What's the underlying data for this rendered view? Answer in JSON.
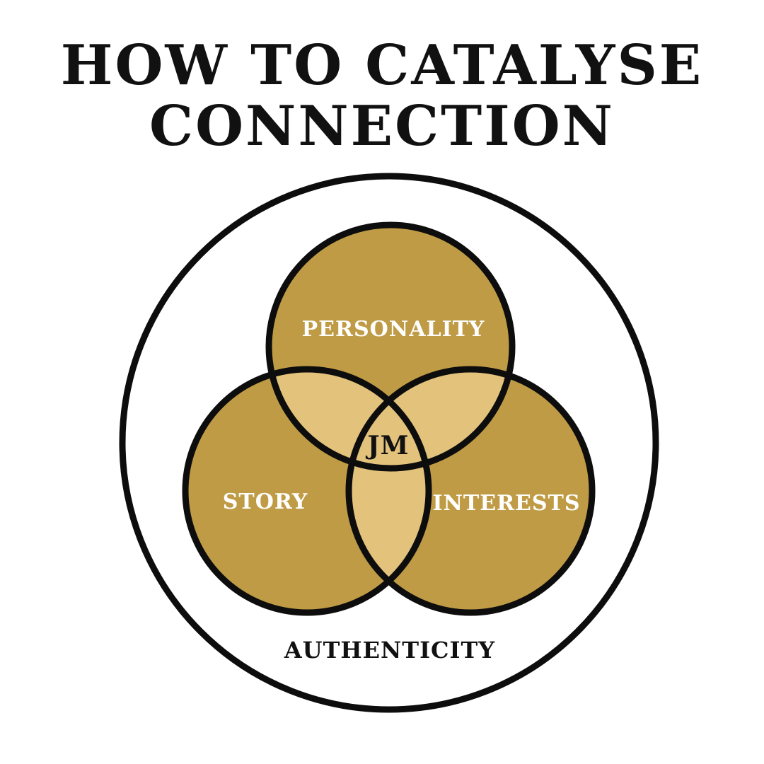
{
  "title": {
    "line1": "HOW TO CATALYSE",
    "line2": "CONNECTION"
  },
  "diagram": {
    "circles": {
      "top": "PERSONALITY",
      "left": "STORY",
      "right": "INTERESTS"
    },
    "center_mark": "JM",
    "outer_label": "AUTHENTICITY"
  },
  "colors": {
    "circle_fill": "#bf9b45",
    "overlap_fill": "#e3c27b",
    "stroke": "#0d0d0d",
    "circle_label": "#ffffff",
    "text": "#111111"
  }
}
